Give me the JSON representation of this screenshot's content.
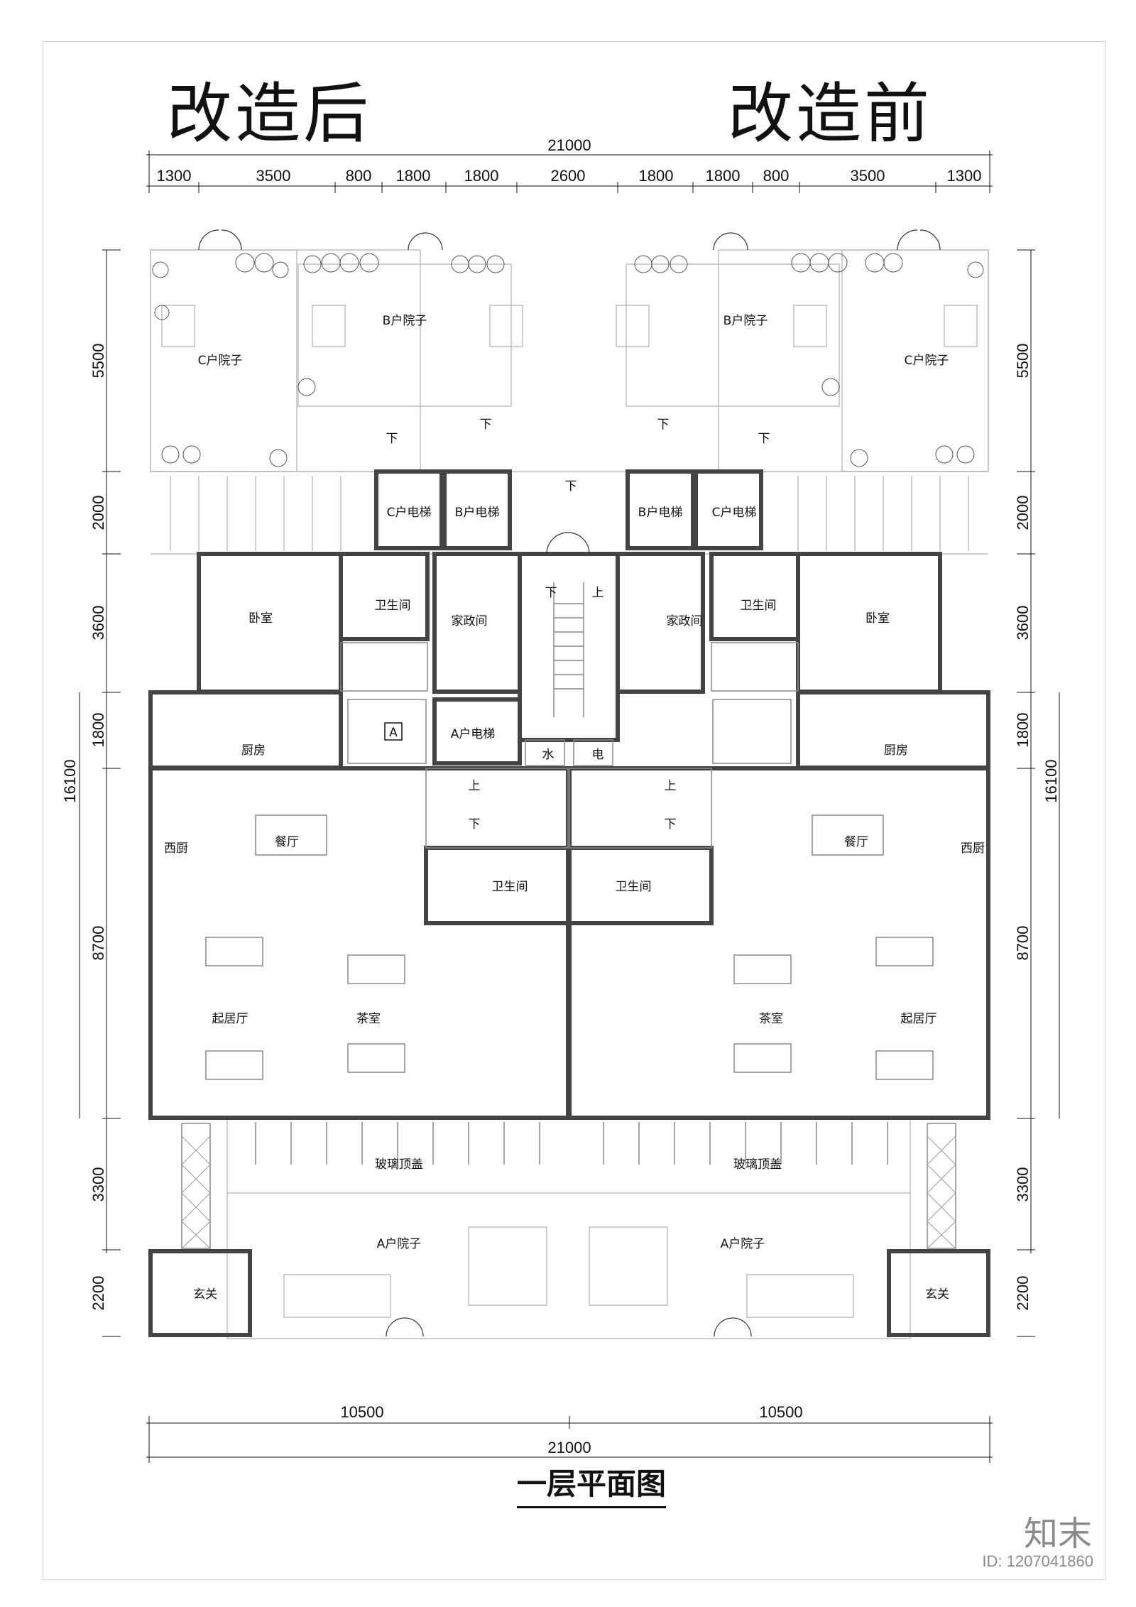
{
  "titles": {
    "left": "改造后",
    "right": "改造前"
  },
  "plan_title": "一层平面图",
  "brand": "知末",
  "image_id": "ID: 1207041860",
  "dimensions": {
    "overall_top": "21000",
    "top_segments": [
      "1300",
      "3500",
      "800",
      "1800",
      "1800",
      "2600",
      "1800",
      "1800",
      "800",
      "3500",
      "1300"
    ],
    "vertical_left": [
      "5500",
      "2000",
      "3600",
      "1800",
      "8700",
      "3300",
      "2200"
    ],
    "vertical_right": [
      "5500",
      "2000",
      "3600",
      "1800",
      "8700",
      "3300",
      "2200"
    ],
    "overall_vertical": "16100",
    "bottom_halves": [
      "10500",
      "10500"
    ],
    "overall_bottom": "21000"
  },
  "rooms": {
    "c_yard": "C户院子",
    "b_yard": "B户院子",
    "c_elevator": "C户电梯",
    "b_elevator": "B户电梯",
    "bedroom": "卧室",
    "bathroom": "卫生间",
    "housekeeping": "家政间",
    "down": "下",
    "up": "上",
    "kitchen": "厨房",
    "a_marker": "A",
    "a_elevator": "A户电梯",
    "water": "水",
    "electric": "电",
    "western_kitchen": "西厨",
    "dining": "餐厅",
    "living": "起居厅",
    "tea_room": "茶室",
    "glass_roof": "玻璃顶盖",
    "a_yard": "A户院子",
    "entrance": "玄关"
  }
}
